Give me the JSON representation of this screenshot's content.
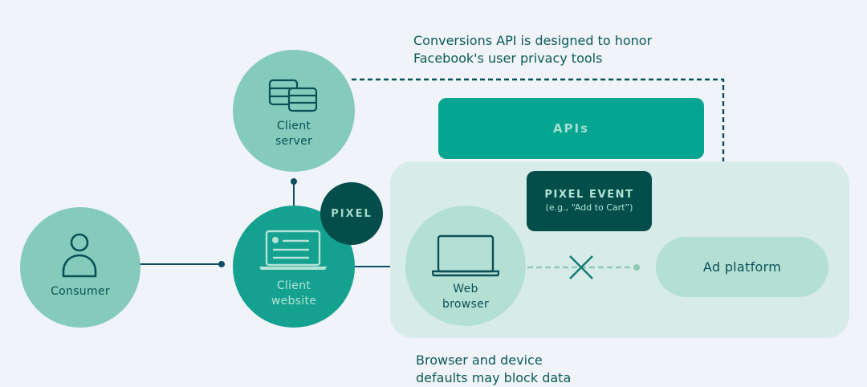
{
  "colors": {
    "background": "#f0f3f8",
    "light_teal": "#85cbbb",
    "mid_teal": "#15a190",
    "bright_teal": "#05a592",
    "dark_teal": "#034d4b",
    "panel": "#d7ebe9",
    "pale_teal": "#b4e0d4",
    "line": "#0d4e62"
  },
  "notes": {
    "top_line1": "Conversions API is designed to honor",
    "top_line2": "Facebook's user privacy tools",
    "bottom_line1": "Browser and device",
    "bottom_line2": "defaults may block data"
  },
  "nodes": {
    "consumer": {
      "label": "Consumer",
      "icon": "person-icon"
    },
    "client_server": {
      "label_line1": "Client",
      "label_line2": "server",
      "icon": "database-icon"
    },
    "client_website": {
      "label_line1": "Client",
      "label_line2": "website",
      "icon": "laptop-icon"
    },
    "pixel": {
      "label": "PIXEL"
    },
    "apis": {
      "label": "APIs"
    },
    "pixel_event": {
      "title": "PIXEL EVENT",
      "subtitle": "(e.g., “Add to Cart”)"
    },
    "web_browser": {
      "label_line1": "Web",
      "label_line2": "browser",
      "icon": "laptop-icon"
    },
    "ad_platform": {
      "label": "Ad platform"
    }
  },
  "connectors": {
    "blocked_marker": "blocked-x-icon"
  }
}
